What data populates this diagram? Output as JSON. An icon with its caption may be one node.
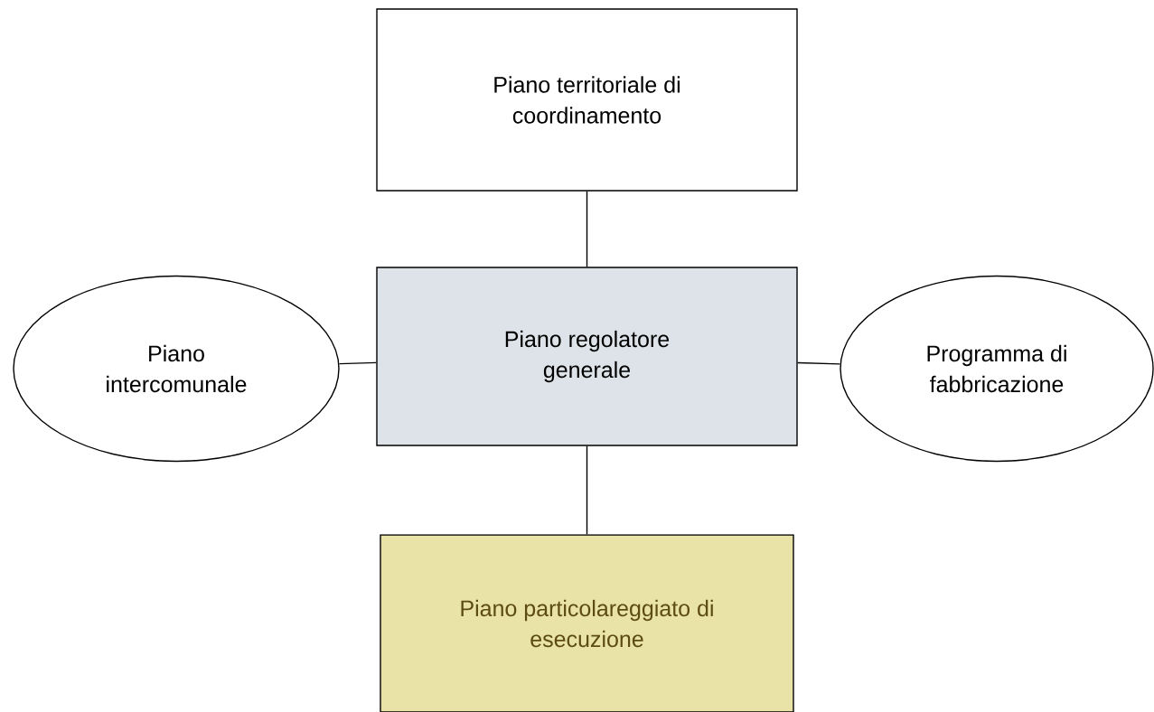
{
  "diagram": {
    "nodes": [
      {
        "text": [
          "Piano territoriale di coordinamento"
        ]
      },
      {
        "text": [
          "Piano intercomunale"
        ]
      },
      {
        "text": [
          "Piano regolatore generale"
        ]
      },
      {
        "text": [
          "Programma di fabbricazione"
        ]
      },
      {
        "text": [
          "Piano particolareggiato di esecuzione"
        ]
      }
    ],
    "edges": [
      {
        "from": 0,
        "to": 2,
        "arrow": "none"
      },
      {
        "from": 1,
        "to": 2,
        "arrow": "none"
      },
      {
        "from": 2,
        "to": 3,
        "arrow": "none"
      },
      {
        "from": 2,
        "to": 4,
        "arrow": "none"
      }
    ]
  }
}
